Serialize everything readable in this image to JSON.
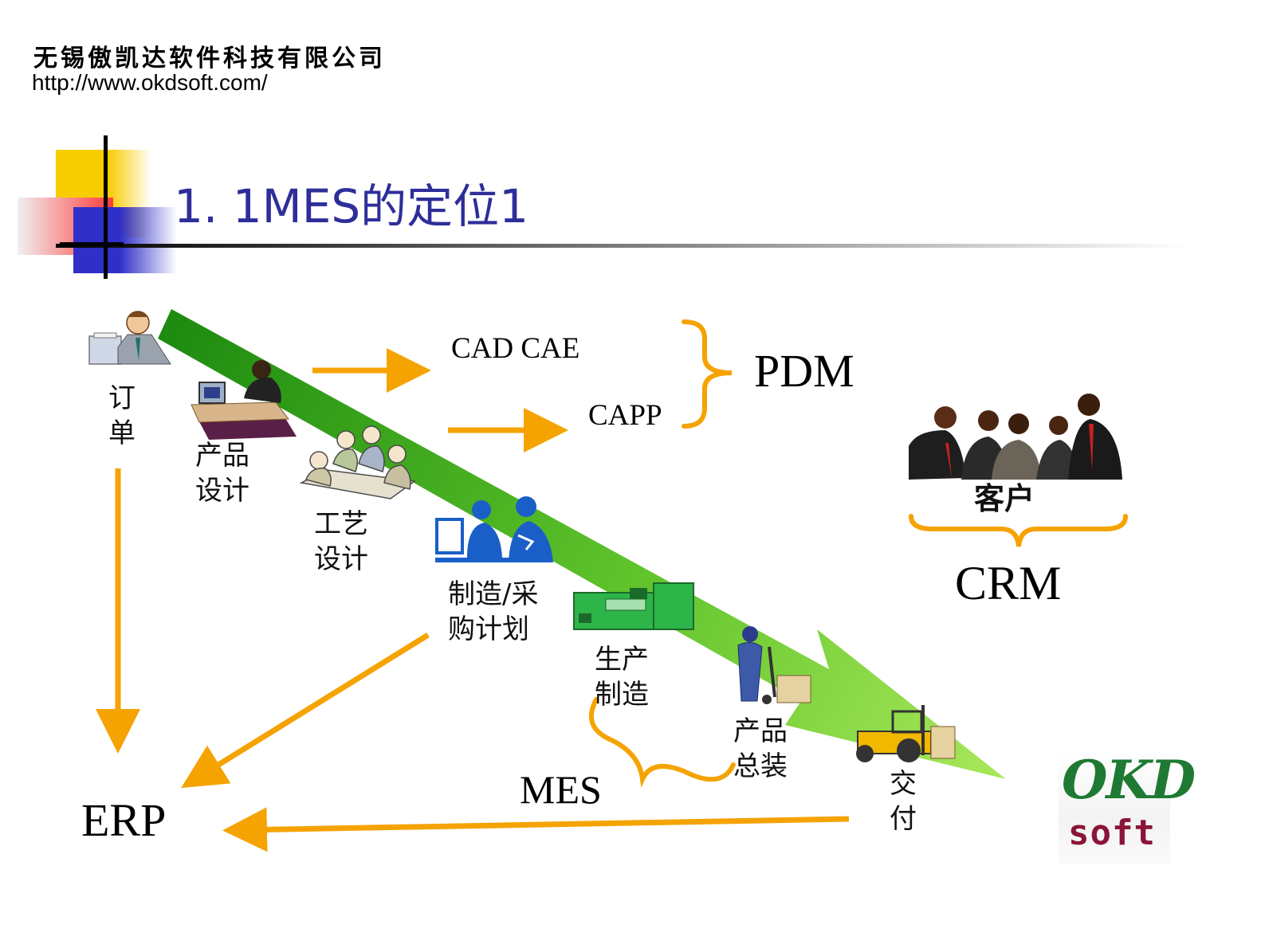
{
  "header": {
    "company": "无锡傲凯达软件科技有限公司",
    "url": "http://www.okdsoft.com/"
  },
  "slide": {
    "title": "1. 1MES的定位1"
  },
  "stages": {
    "order": "订\n单",
    "product_design": "产品\n设计",
    "process_design": "工艺\n设计",
    "planning": "制造/采\n购计划",
    "production": "生产\n制造",
    "assembly": "产品\n总装",
    "delivery": "交\n付"
  },
  "systems": {
    "cad_cae": "CAD CAE",
    "capp": "CAPP",
    "pdm": "PDM",
    "customer": "客户",
    "crm": "CRM",
    "mes": "MES",
    "erp": "ERP"
  },
  "logo": {
    "line1": "OKD",
    "line2": "soft"
  },
  "colors": {
    "arrow_orange": "#f5a300",
    "flow_green_dark": "#1c8a10",
    "flow_green_light": "#a8e85a",
    "title_blue": "#2e2e9a"
  }
}
